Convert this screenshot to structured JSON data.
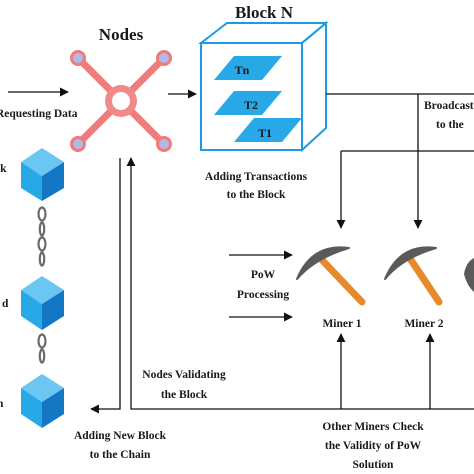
{
  "titles": {
    "nodes": "Nodes",
    "block": "Block N"
  },
  "labels": {
    "requesting_data": "Requesting Data",
    "broadcast": "Broadcast",
    "to_the": "to the",
    "adding_transactions_1": "Adding Transactions",
    "adding_transactions_2": "to the Block",
    "pow_1": "PoW",
    "pow_2": "Processing",
    "nodes_validating_1": "Nodes Validating",
    "nodes_validating_2": "the Block",
    "adding_new_block_1": "Adding New Block",
    "adding_new_block_2": "to the Chain",
    "other_miners_1": "Other Miners Check",
    "other_miners_2": "the Validity of PoW",
    "other_miners_3": "Solution",
    "chain_top": "ck",
    "chain_mid": "d",
    "chain_bottom": "n"
  },
  "transactions": [
    "Tn",
    "T2",
    "T1"
  ],
  "miners": [
    "Miner 1",
    "Miner 2"
  ],
  "colors": {
    "cube": "#29a8e8",
    "cube_dark": "#1477c4",
    "node_hub": "#f08a8a",
    "pickaxe_handle": "#e8892a",
    "pickaxe_head": "#5a5a5a"
  }
}
